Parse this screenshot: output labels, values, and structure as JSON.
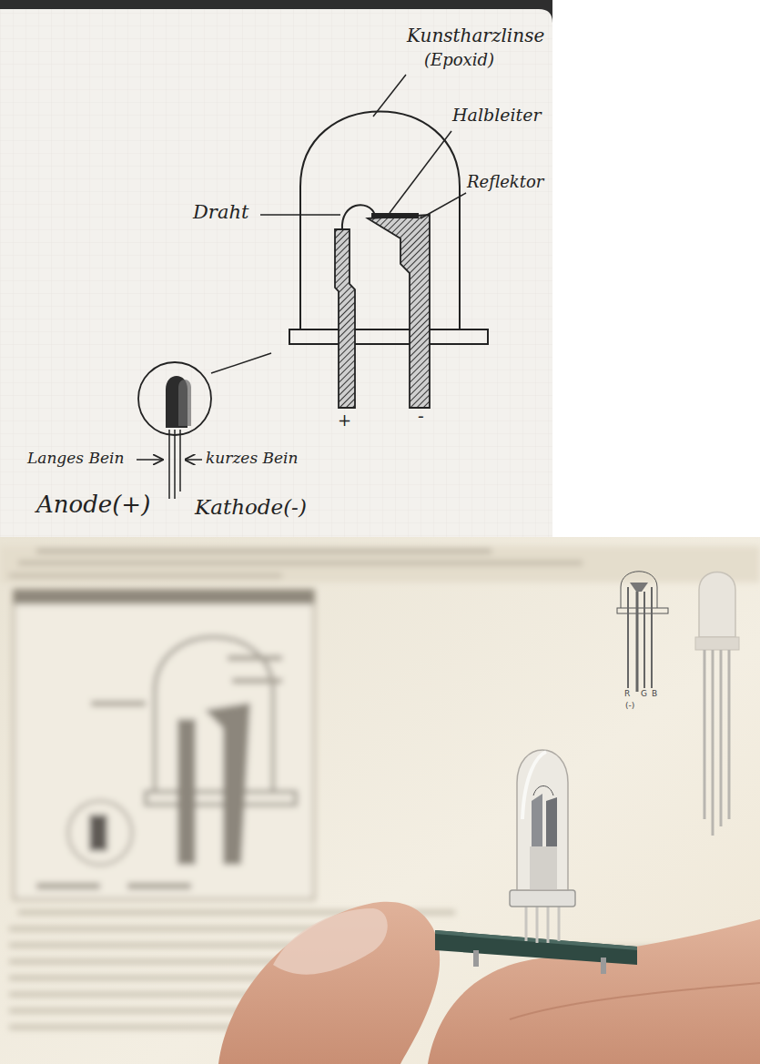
{
  "diagram": {
    "labels": [
      "Kunstharzlinse",
      "(Epoxid)",
      "Halbleiter",
      "Reflektor",
      "Draht",
      "+",
      "-",
      "Langes Bein",
      "kurzes Bein",
      "Anode(+)",
      "Kathode(-)",
      "R",
      "G",
      "B",
      "(-)"
    ]
  }
}
